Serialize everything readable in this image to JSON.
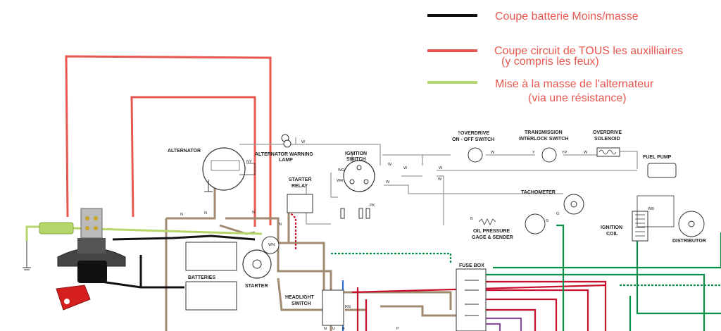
{
  "legend": {
    "items": [
      {
        "text": "Coupe batterie Moins/masse",
        "color": "#111111"
      },
      {
        "text": "Coupe circuit de TOUS les auxilliaires",
        "sub": "(y compris les feux)",
        "color": "#e8574f"
      },
      {
        "text": "Mise à la masse de l'alternateur",
        "sub": "(via une résistance)",
        "color": "#b5d66a"
      }
    ]
  },
  "components": {
    "alternator": "ALTERNATOR",
    "alt_warning": "ALTERNATOR WARNING",
    "alt_warning2": "LAMP",
    "ignition": "IGNITION",
    "ignition2": "SWITCH",
    "starter_relay": "STARTER",
    "starter_relay2": "RELAY",
    "batteries": "BATTERIES",
    "starter": "STARTER",
    "headlight": "HEADLIGHT",
    "headlight2": "SWITCH",
    "overdrive_switch": "†OVERDRIVE",
    "overdrive_switch2": "ON - OFF SWITCH",
    "transmission": "TRANSMISSION",
    "transmission2": "INTERLOCK SWITCH",
    "overdrive_solenoid": "OVERDRIVE",
    "overdrive_solenoid2": "SOLENOID",
    "fuel_pump": "FUEL PUMP",
    "tachometer": "TACHOMETER",
    "oil_pressure": "OIL PRESSURE",
    "oil_pressure2": "GAGE & SENDER",
    "ignition_coil": "IGNITION",
    "ignition_coil2": "COIL",
    "distributor": "DISTRIBUTOR",
    "fuse_box": "FUSE BOX"
  },
  "wire_codes": [
    "W",
    "W",
    "W",
    "W",
    "W",
    "W",
    "W",
    "W",
    "N",
    "N",
    "N",
    "N",
    "NY",
    "WN",
    "WR",
    "WG",
    "WB",
    "G",
    "G",
    "Y",
    "YP",
    "B",
    "P",
    "PK",
    "RG",
    "U",
    "A",
    "N"
  ],
  "colors": {
    "brown": "#a08a70",
    "red": "#e8574f",
    "green": "#b5d66a",
    "black": "#111111",
    "dark_red": "#c8102e",
    "dark_green": "#0a8f4a",
    "blue": "#2a6fd6",
    "grey": "#9a9a9a",
    "purple": "#8a4f9a",
    "switch_red": "#d62020"
  }
}
